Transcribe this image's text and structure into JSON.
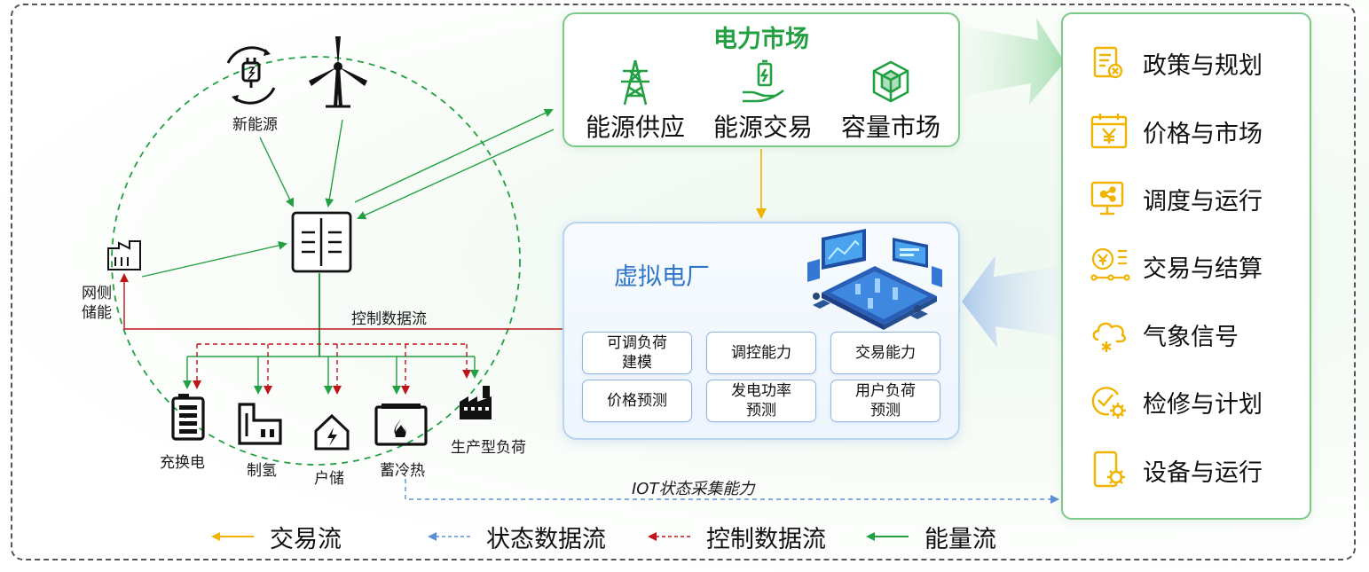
{
  "diagram": {
    "node_labels": {
      "new_energy": "新能源",
      "grid_storage": "网侧\n储能",
      "charging": "充换电",
      "hydrogen": "制氢",
      "household_storage": "户储",
      "thermal_storage": "蓄冷热",
      "industrial_load": "生产型负荷"
    },
    "edge_labels": {
      "control_flow": "控制数据流",
      "iot_flow": "IOT状态采集能力"
    }
  },
  "market": {
    "title": "电力市场",
    "items": [
      {
        "label": "能源供应",
        "icon": "transmission-tower-icon"
      },
      {
        "label": "能源交易",
        "icon": "hand-battery-icon"
      },
      {
        "label": "容量市场",
        "icon": "cube-stack-icon"
      }
    ]
  },
  "vpp": {
    "title": "虚拟电厂",
    "capabilities": [
      "可调负荷\n建模",
      "调控能力",
      "交易能力",
      "价格预测",
      "发电功率\n预测",
      "用户负荷\n预测"
    ]
  },
  "services": [
    {
      "label": "政策与规划",
      "icon": "policy-document-icon"
    },
    {
      "label": "价格与市场",
      "icon": "calendar-price-icon"
    },
    {
      "label": "调度与运行",
      "icon": "monitor-dispatch-icon"
    },
    {
      "label": "交易与结算",
      "icon": "settlement-icon"
    },
    {
      "label": "气象信号",
      "icon": "weather-cloud-icon"
    },
    {
      "label": "检修与计划",
      "icon": "gear-check-icon"
    },
    {
      "label": "设备与运行",
      "icon": "device-gear-icon"
    }
  ],
  "legend": [
    {
      "label": "交易流",
      "color": "#f0b400",
      "style": "solid"
    },
    {
      "label": "状态数据流",
      "color": "#5b8fd6",
      "style": "dashed"
    },
    {
      "label": "控制数据流",
      "color": "#c0141b",
      "style": "dashed"
    },
    {
      "label": "能量流",
      "color": "#22a042",
      "style": "solid"
    }
  ],
  "colors": {
    "trade": "#f0b400",
    "status": "#5b8fd6",
    "control": "#c0141b",
    "energy": "#22a042"
  }
}
